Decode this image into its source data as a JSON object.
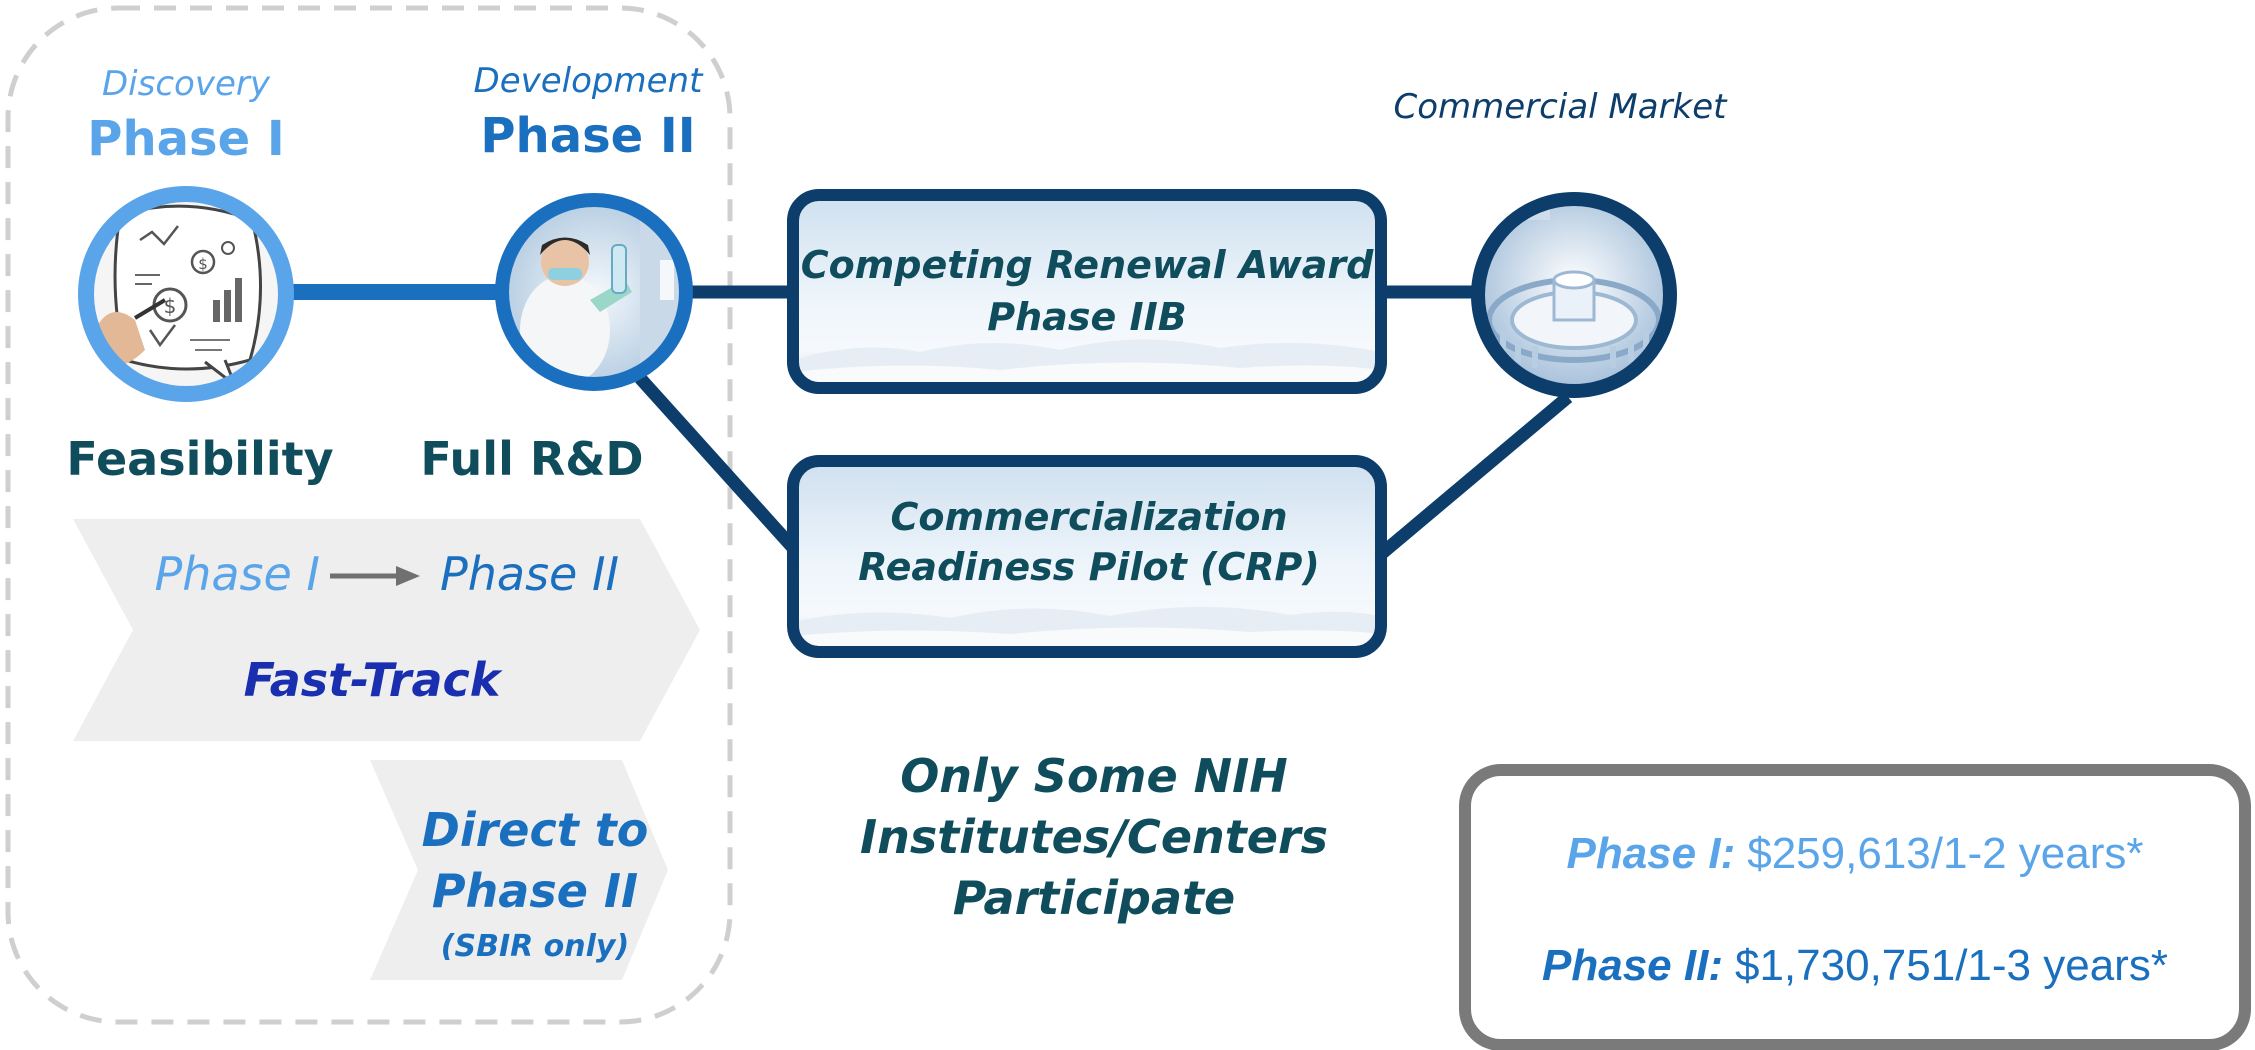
{
  "phase1": {
    "label_top": "Discovery",
    "title": "Phase I",
    "caption": "Feasibility"
  },
  "phase2": {
    "label_top": "Development",
    "title": "Phase II",
    "caption": "Full R&D"
  },
  "commercial": {
    "label": "Commercial Market"
  },
  "renewal_box": {
    "line1": "Competing Renewal Award",
    "line2": "Phase IIB"
  },
  "crp_box": {
    "line1": "Commercialization",
    "line2": "Readiness Pilot (CRP)"
  },
  "fast_track": {
    "from": "Phase I",
    "to": "Phase II",
    "label": "Fast-Track"
  },
  "direct": {
    "line1": "Direct to",
    "line2": "Phase II",
    "line3": "(SBIR only)"
  },
  "note": {
    "line1": "Only Some NIH",
    "line2": "Institutes/Centers",
    "line3": "Participate"
  },
  "amounts": {
    "p1_label": "Phase I:",
    "p1_value": "$259,613/1-2 years*",
    "p2_label": "Phase II:",
    "p2_value": "$1,730,751/1-3 years*"
  },
  "colors": {
    "phase1_light": "#5aa5ea",
    "phase2_mid": "#1a6fbf",
    "dark_navy": "#0d3d6b",
    "teal_text": "#0f4c5c",
    "fast_track_blue": "#1a2eb0",
    "dashed_border": "#cfcfcf",
    "chevron_fill": "#eeeeee",
    "amount_box_border": "#7a7a7a"
  },
  "icons": {
    "phase1_image": "business-sketch-icon",
    "phase2_image": "lab-scientist-icon",
    "market_image": "lab-equipment-icon",
    "arrow": "right-arrow-icon"
  }
}
